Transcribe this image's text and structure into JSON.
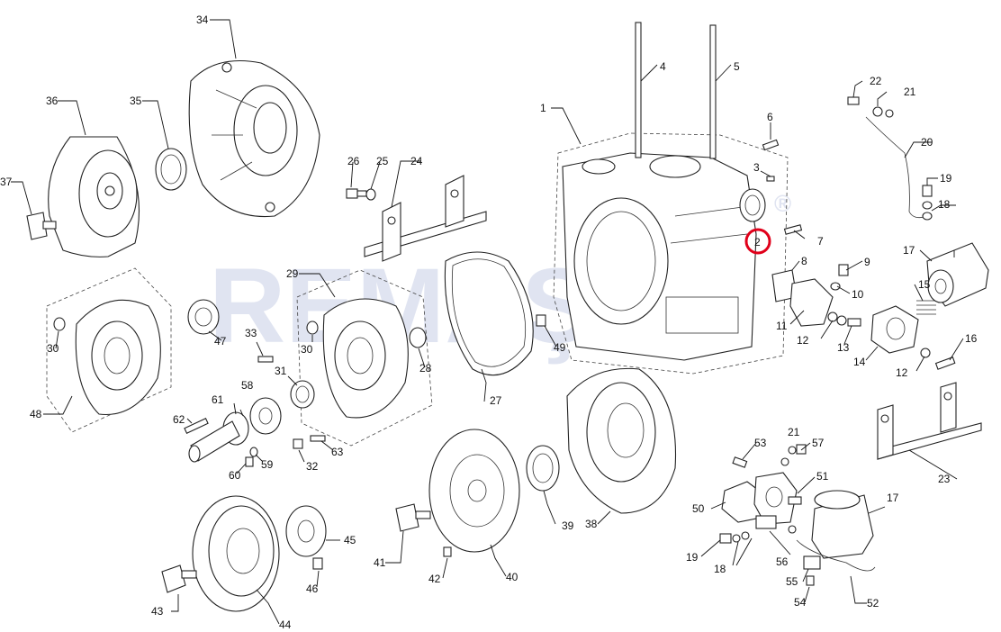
{
  "watermark": {
    "text": "REMAŞ",
    "mark": "®"
  },
  "highlight": {
    "label": "2",
    "color": "#e0001a"
  },
  "callouts": [
    "1",
    "2",
    "3",
    "4",
    "5",
    "6",
    "7",
    "8",
    "9",
    "10",
    "11",
    "12",
    "12",
    "13",
    "14",
    "15",
    "16",
    "17",
    "17",
    "18",
    "18",
    "19",
    "19",
    "20",
    "21",
    "21",
    "22",
    "23",
    "24",
    "25",
    "26",
    "27",
    "28",
    "29",
    "30",
    "30",
    "31",
    "32",
    "33",
    "34",
    "35",
    "36",
    "37",
    "38",
    "39",
    "40",
    "41",
    "42",
    "43",
    "44",
    "45",
    "46",
    "47",
    "48",
    "49",
    "50",
    "51",
    "52",
    "53",
    "54",
    "55",
    "56",
    "57",
    "58",
    "59",
    "60",
    "61",
    "62",
    "63"
  ]
}
